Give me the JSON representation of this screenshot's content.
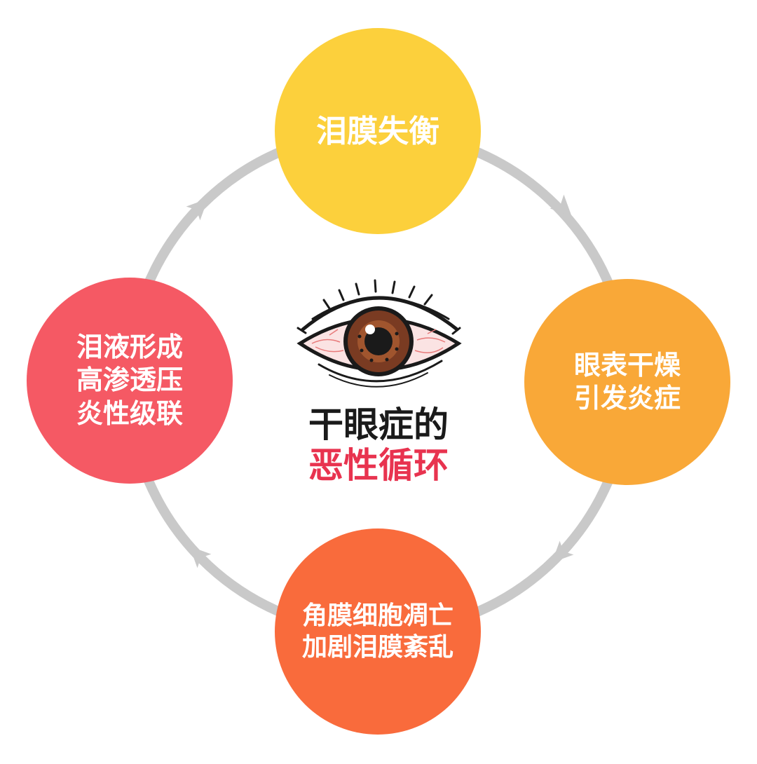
{
  "colors": {
    "ring": "#c9c9c9",
    "top": "#fcd03c",
    "right": "#f9a838",
    "bottom": "#f96b3c",
    "left": "#f55964",
    "title_dark": "#1a1a1a",
    "title_accent": "#e8334f",
    "iris": "#7a3b22",
    "sclera": "#fbe3e3"
  },
  "nodes": {
    "top": {
      "lines": [
        "泪膜失衡"
      ]
    },
    "right": {
      "lines": [
        "眼表干燥",
        "引发炎症"
      ]
    },
    "bottom": {
      "lines": [
        "角膜细胞凋亡",
        "加剧泪膜紊乱"
      ]
    },
    "left": {
      "lines": [
        "泪液形成",
        "高渗透压",
        "炎性级联"
      ]
    }
  },
  "center": {
    "line1": "干眼症的",
    "line2": "恶性循环",
    "icon": "red-eye-icon"
  }
}
